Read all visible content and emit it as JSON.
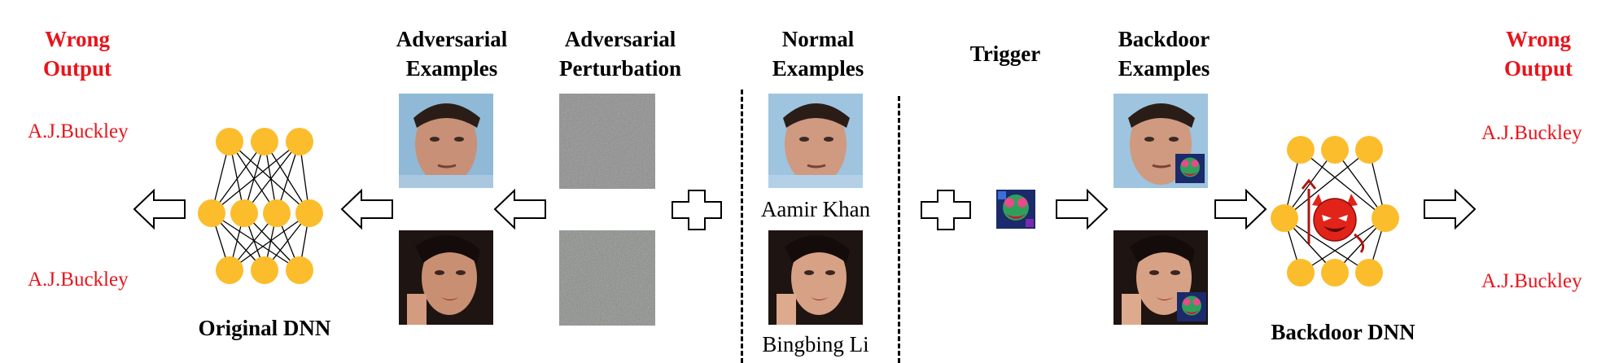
{
  "headers": {
    "wrong_output_left": "Wrong\nOutput",
    "adversarial_examples": "Adversarial\nExamples",
    "adversarial_perturbation": "Adversarial\nPerturbation",
    "normal_examples": "Normal\nExamples",
    "trigger": "Trigger",
    "backdoor_examples": "Backdoor\nExamples",
    "wrong_output_right": "Wrong\nOutput"
  },
  "predictions": {
    "left_top": "A.J.Buckley",
    "left_bottom": "A.J.Buckley",
    "right_top": "A.J.Buckley",
    "right_bottom": "A.J.Buckley"
  },
  "names": {
    "top": "Aamir Khan",
    "bottom": "Bingbing Li"
  },
  "models": {
    "original": "Original DNN",
    "backdoor": "Backdoor DNN"
  },
  "colors": {
    "neuron": "#fbbd2c",
    "wrong_text": "#e8141b",
    "devil": "#e2231a"
  },
  "icons": [
    "arrow-left-icon",
    "arrow-right-icon",
    "plus-icon",
    "neural-network-icon",
    "devil-icon",
    "trigger-patch-icon"
  ]
}
